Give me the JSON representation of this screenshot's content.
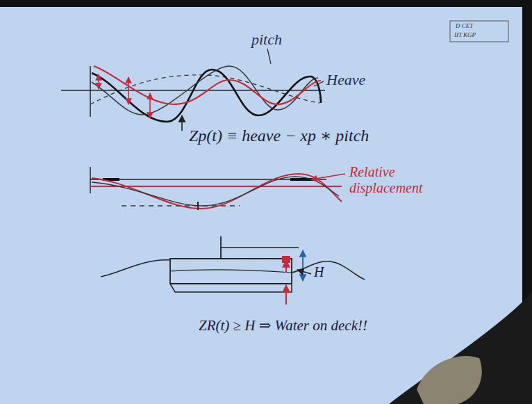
{
  "diagram": {
    "labels": [
      "D CET",
      "IIT KGP",
      "pitch",
      "Heave",
      "Zp(t) ≡ heave − xp ∗ pitch",
      "Relative displacement",
      "H",
      "ZR(t) ≥ H ⇒ Water on deck!!"
    ]
  }
}
